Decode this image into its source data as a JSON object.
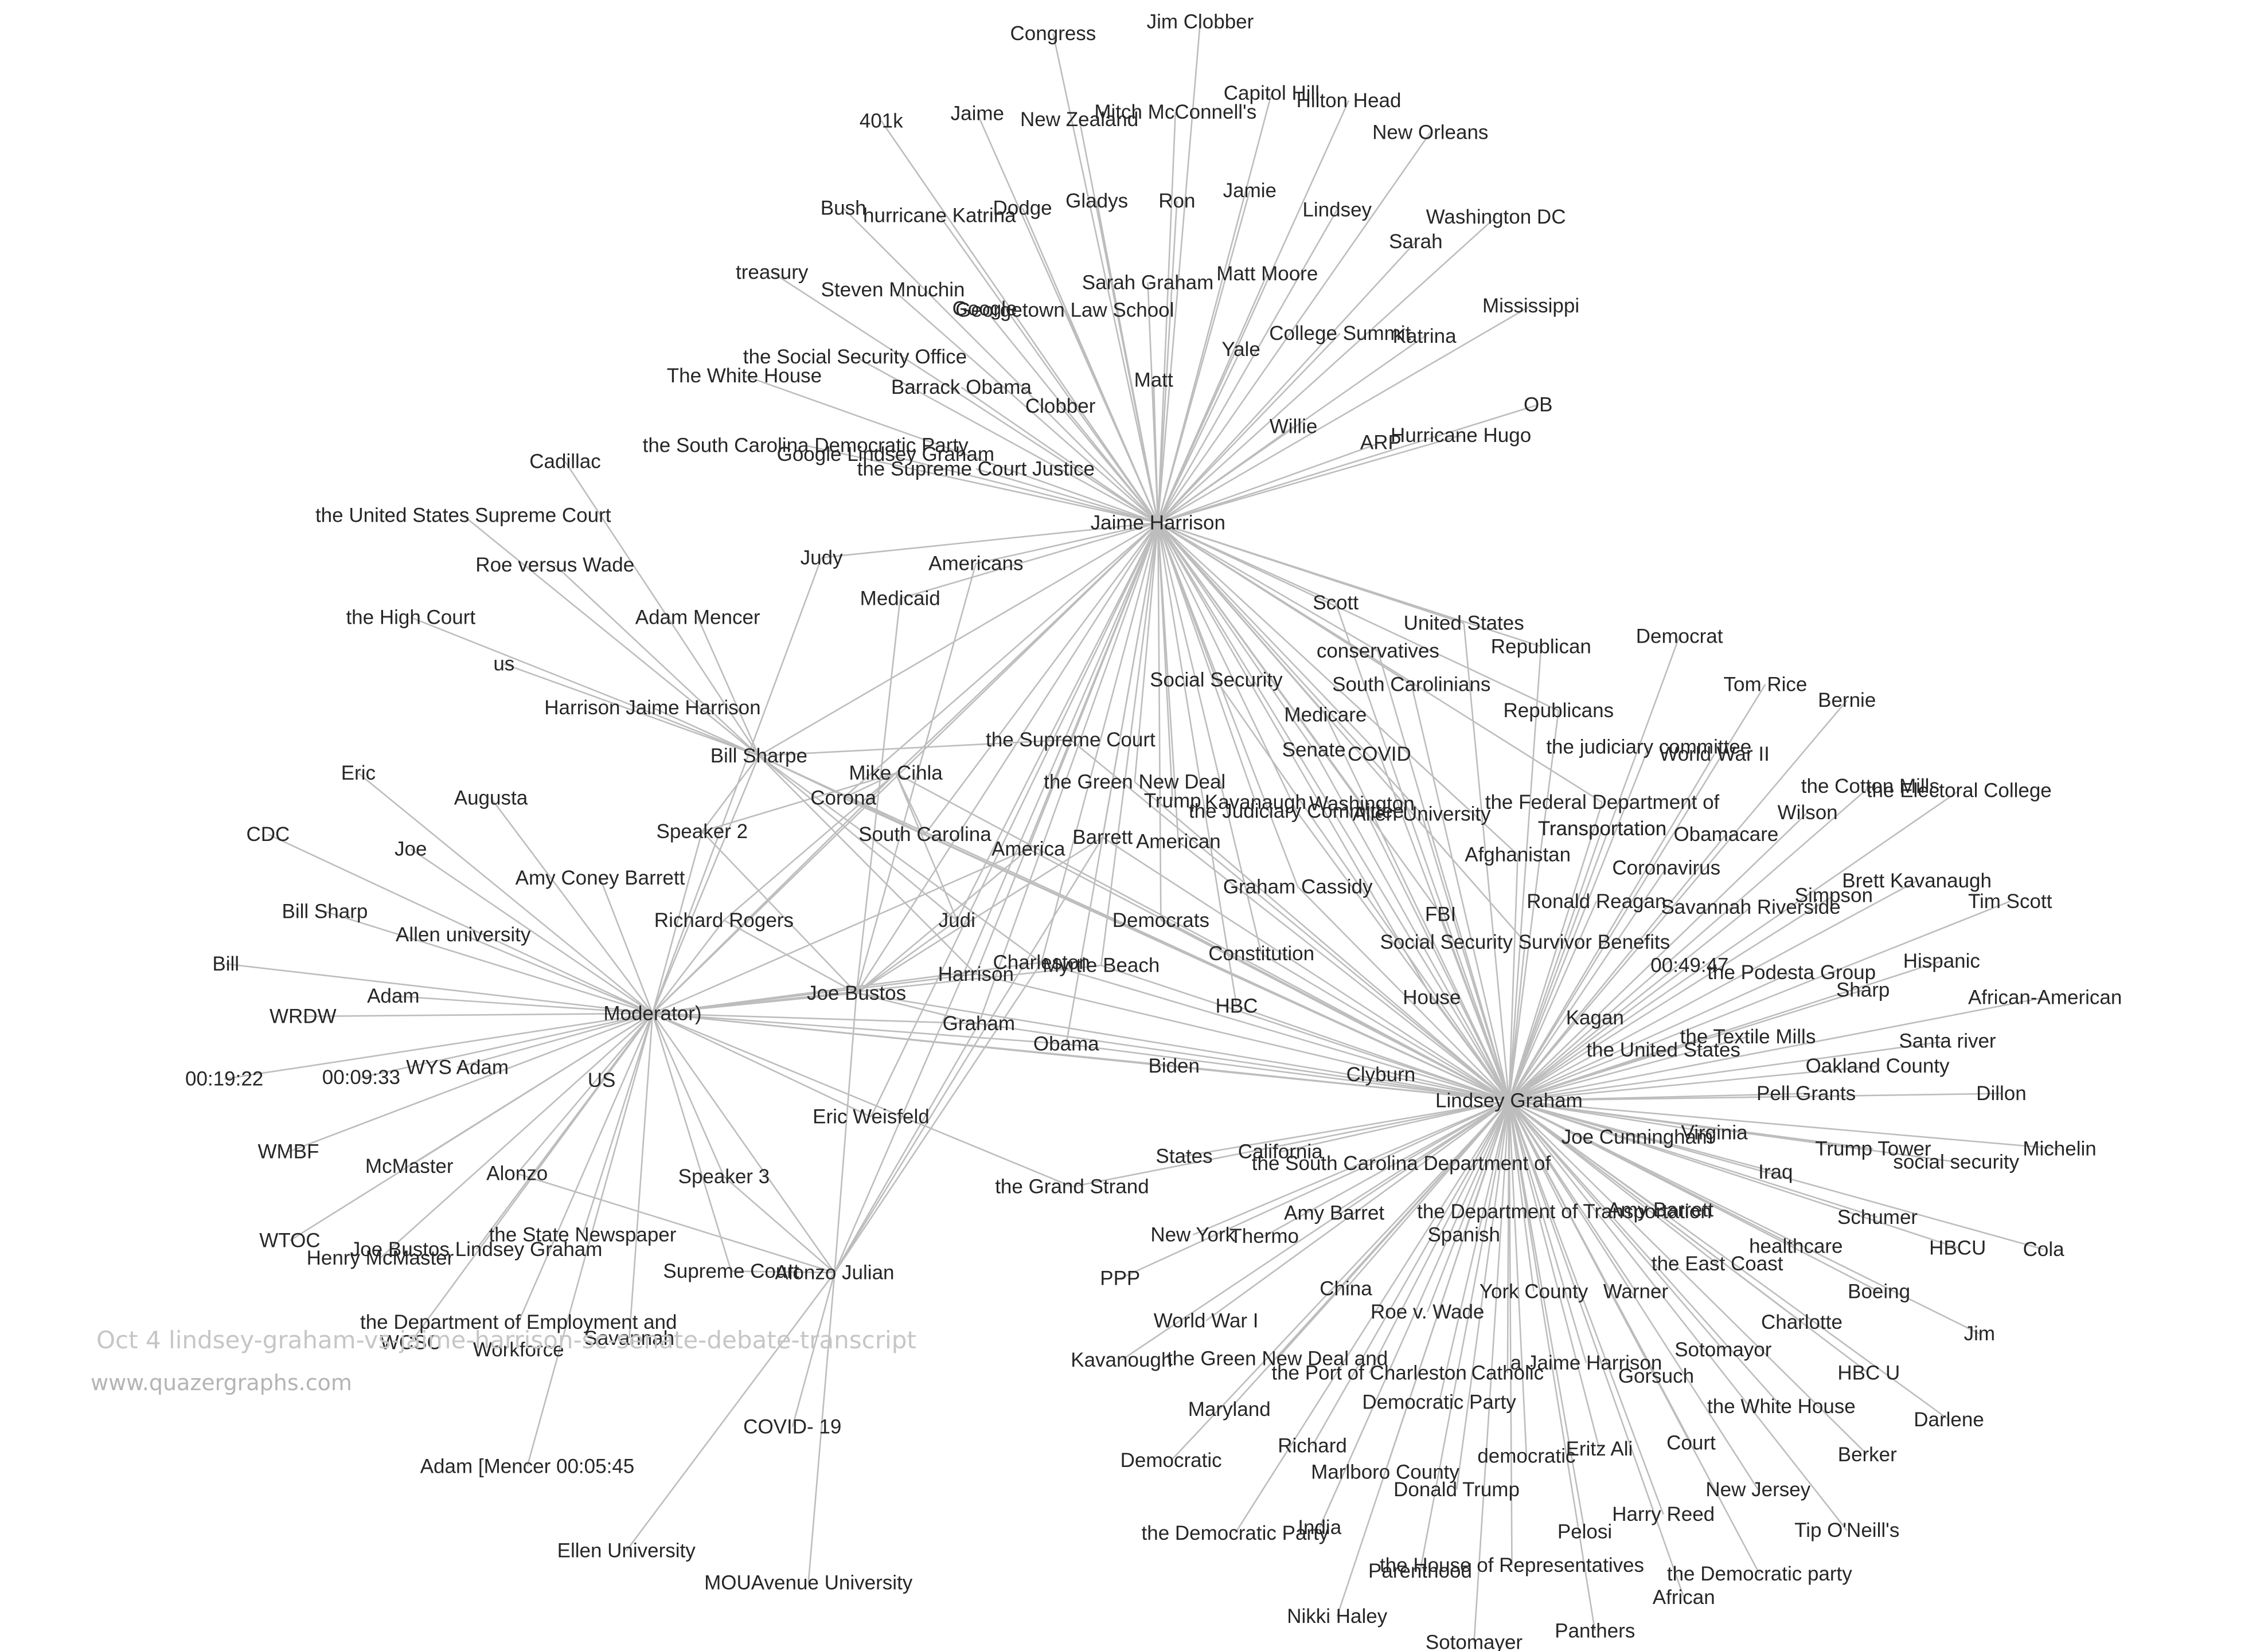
{
  "watermark": {
    "title": "Oct 4 lindsey-graham-vs-jaime-harrison-sc-senate-debate-transcript",
    "url": "www.quazergraphs.com"
  },
  "hubs": [
    "Jaime Harrison",
    "Lindsey Graham",
    "Moderator)",
    "Joe Bustos",
    "Bill Sharpe",
    "Alonzo Julian",
    "Mike Cihla"
  ],
  "nodes": [
    "Jim Clobber",
    "Congress",
    "401k",
    "Jaime",
    "New Zealand",
    "Mitch McConnell's",
    "Capitol Hill",
    "Hilton Head",
    "New Orleans",
    "Bush",
    "hurricane Katrina",
    "Dodge",
    "Gladys",
    "Ron",
    "Jamie",
    "Lindsey",
    "Washington DC",
    "Sarah",
    "Sarah Graham",
    "Matt Moore",
    "treasury",
    "Steven Mnuchin",
    "Google",
    "Georgetown Law School",
    "Mississippi",
    "College Summit",
    "Katrina",
    "Yale",
    "the Social Security Office",
    "The White House",
    "Barrack Obama",
    "Matt",
    "Clobber",
    "Willie",
    "OB",
    "Hurricane Hugo",
    "ARP",
    "the South Carolina Democratic Party",
    "Google Lindsey Graham",
    "the Supreme Court Justice",
    "Cadillac",
    "the United States Supreme Court",
    "Jaime Harrison",
    "Roe versus Wade",
    "Judy",
    "Americans",
    "Medicaid",
    "the High Court",
    "Adam Mencer",
    "us",
    "Scott",
    "United States",
    "conservatives",
    "Republican",
    "Democrat",
    "Social Security",
    "South Carolinians",
    "Tom Rice",
    "Harrison Jaime Harrison",
    "Medicare",
    "Republicans",
    "Bernie",
    "Bill Sharpe",
    "the Supreme Court",
    "Senate",
    "COVID",
    "the judiciary committee",
    "World War II",
    "Mike Cihla",
    "the Green New Deal",
    "the Cotton Mills",
    "the Electoral College",
    "Eric",
    "Corona",
    "Trump",
    "Kavanaugh",
    "Washington",
    "Allen University",
    "the Federal Department of",
    "Transportation",
    "Wilson",
    "the Judiciary Committee",
    "Augusta",
    "Speaker 2",
    "South Carolina",
    "Barrett",
    "American",
    "Obamacare",
    "CDC",
    "Joe",
    "America",
    "Afghanistan",
    "Amy Coney Barrett",
    "Graham Cassidy",
    "Coronavirus",
    "Brett Kavanaugh",
    "Bill Sharp",
    "Richard Rogers",
    "Judi",
    "Democrats",
    "FBI",
    "Ronald Reagan",
    "Simpson",
    "Savannah Riverside",
    "Tim Scott",
    "Allen university",
    "Social Security Survivor Benefits",
    "Constitution",
    "Charleston",
    "Bill",
    "Myrtle Beach",
    "Hispanic",
    "00:49:47",
    "the Podesta Group",
    "Adam",
    "Joe Bustos",
    "Harrison",
    "Sharp",
    "African-American",
    "WRDW",
    "Moderator)",
    "HBC",
    "House",
    "Kagan",
    "the Textile Mills",
    "Graham",
    "Santa river",
    "Obama",
    "the United States",
    "Oakland County",
    "00:19:22",
    "00:09:33",
    "WYS Adam",
    "Biden",
    "Clyburn",
    "US",
    "Lindsey Graham",
    "Pell Grants",
    "Dillon",
    "Eric Weisfeld",
    "Joe Cunningham",
    "Virginia",
    "WMBF",
    "California",
    "Trump Tower",
    "Michelin",
    "States",
    "social security",
    "McMaster",
    "the South Carolina Department of",
    "Iraq",
    "Alonzo",
    "Speaker 3",
    "Transportation",
    "the Grand Strand",
    "the Department of Transportation",
    "Amy Barret",
    "Amy Barrett",
    "Schumer",
    "the State Newspaper",
    "WTOC",
    "Joe Bustos Lindsey Graham",
    "New York",
    "Thermo",
    "Spanish",
    "HBCU",
    "Cola",
    "healthcare",
    "Henry McMaster",
    "Supreme Court",
    "Alonzo Julian",
    "PPP",
    "the East Coast",
    "Boeing",
    "China",
    "York County",
    "Warner",
    "the Department of Employment and",
    "Workforce",
    "Savannah",
    "WCSC",
    "World War I",
    "Roe v. Wade",
    "Charlotte",
    "Jim",
    "Sotomayor",
    "Kavanough",
    "the Green New Deal and",
    "the Port of Charleston",
    "Catholic",
    "a Jaime Harrison",
    "Gorsuch",
    "HBC U",
    "Maryland",
    "Democratic Party",
    "the White House",
    "Darlene",
    "COVID- 19",
    "Richard",
    "Eritz Ali",
    "Court",
    "Democratic",
    "Marlboro County",
    "democratic",
    "Berker",
    "Adam [Mencer 00:05:45",
    "Donald Trump",
    "New Jersey",
    "Harry Reed",
    "India",
    "the Democratic Party",
    "Pelosi",
    "Tip O'Neill's",
    "Ellen University",
    "the House of Representatives",
    "Parenthood",
    "the Democratic party",
    "MOUAvenue University",
    "African",
    "Nikki Haley",
    "Panthers",
    "Sotomayer"
  ]
}
